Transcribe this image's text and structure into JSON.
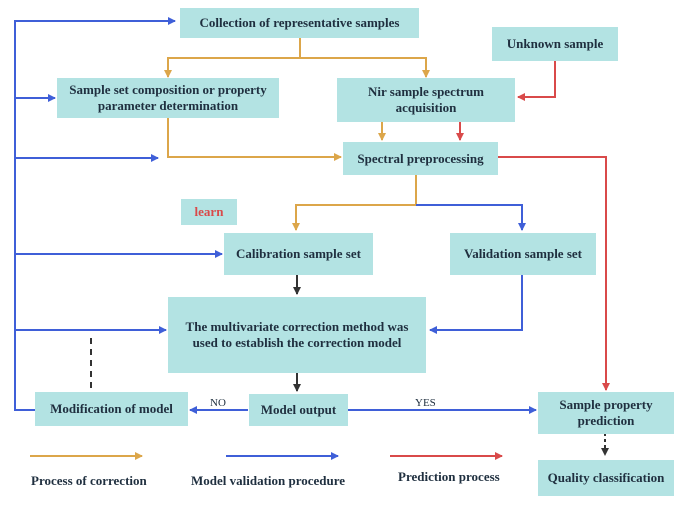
{
  "boxes": {
    "collection": "Collection of representative samples",
    "unknown": "Unknown sample",
    "composition": "Sample set composition or property parameter determination",
    "nir": "Nir sample spectrum acquisition",
    "preprocessing": "Spectral preprocessing",
    "learn": "learn",
    "calibration": "Calibration sample set",
    "validation": "Validation sample set",
    "multivariate": "The multivariate correction method was used to establish the correction model",
    "modification": "Modification of model",
    "output": "Model output",
    "property": "Sample property prediction",
    "quality": "Quality classification"
  },
  "edge_labels": {
    "no": "NO",
    "yes": "YES"
  },
  "legend": {
    "correction": "Process of correction",
    "validation": "Model validation procedure",
    "prediction": "Prediction process"
  },
  "colors": {
    "box_fill": "#b3e3e3",
    "correction": "#dca64a",
    "validation": "#3f5fd8",
    "prediction": "#d94a4a",
    "dark": "#333333"
  }
}
